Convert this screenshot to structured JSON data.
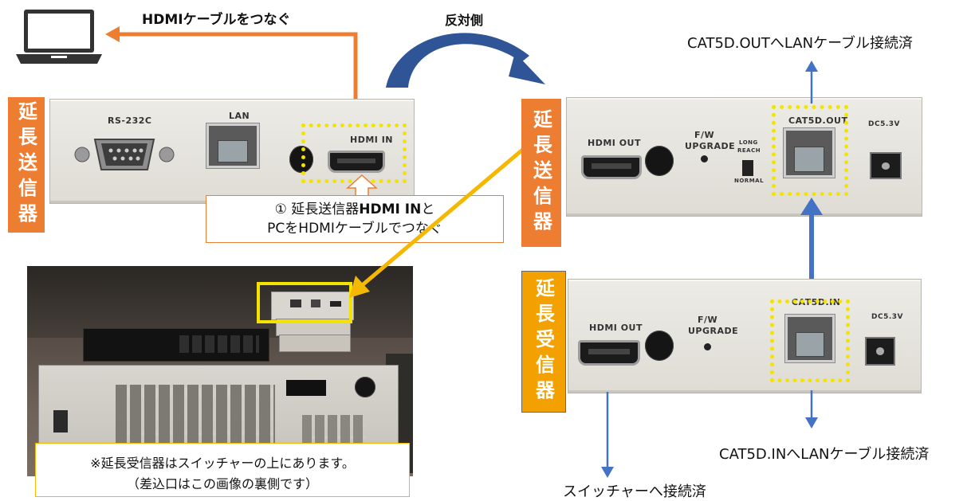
{
  "labels": {
    "hdmi_cable": "HDMIケーブルをつなぐ",
    "opposite_side": "反対側",
    "cat5d_out_note": "CAT5D.OUTへLANケーブル接続済",
    "cat5d_in_note": "CAT5D.INへLANケーブル接続済",
    "switcher_note": "スイッチャーへ接続済"
  },
  "side_labels": {
    "transmitter": "延長送信器",
    "transmitter_back": "延長送信器",
    "receiver": "延長受信器"
  },
  "callout": {
    "line1_prefix": "① 延長送信器",
    "line1_bold": "HDMI IN",
    "line1_suffix": "と",
    "line2": "PCをHDMIケーブルでつなぐ"
  },
  "photo_caption": {
    "line1": "※延長受信器はスイッチャーの上にあります。",
    "line2": "（差込口はこの画像の裏側です）"
  },
  "device_labels": {
    "rs232c": "RS-232C",
    "lan": "LAN",
    "hdmi_in": "HDMI IN",
    "hdmi_out": "HDMI OUT",
    "fw_upgrade_1": "F/W",
    "fw_upgrade_2": "UPGRADE",
    "long_reach_1": "LONG",
    "long_reach_2": "REACH",
    "normal": "NORMAL",
    "cat5d_out": "CAT5D.OUT",
    "cat5d_in": "CAT5D.IN",
    "dc": "DC5.3V"
  },
  "colors": {
    "orange": "#ed7d31",
    "blue_arrow": "#4472c4",
    "yellow_line": "#f5b800",
    "receiver_label": "#f2a100",
    "dotted_box": "#f4e300"
  }
}
